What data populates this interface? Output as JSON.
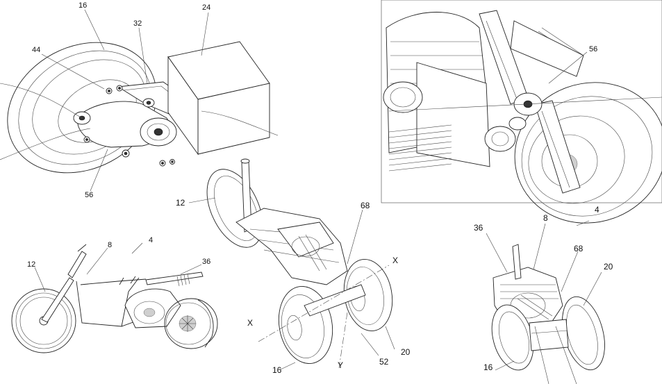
{
  "figure_a": {
    "labels": {
      "l16": "16",
      "l24": "24",
      "l32": "32",
      "l44": "44",
      "l56": "56"
    }
  },
  "figure_b": {
    "labels": {
      "l56": "56"
    }
  },
  "figure_c": {
    "labels": {
      "l12": "12",
      "l8": "8",
      "l4": "4",
      "l36": "36"
    }
  },
  "figure_d": {
    "labels": {
      "l12": "12",
      "l68": "68",
      "lX1": "X",
      "lX2": "X",
      "l16": "16",
      "lY": "Y",
      "l52": "52",
      "l20": "20"
    }
  },
  "figure_e": {
    "labels": {
      "l4": "4",
      "l36": "36",
      "l8": "8",
      "l68": "68",
      "l20": "20",
      "l16": "16"
    }
  }
}
